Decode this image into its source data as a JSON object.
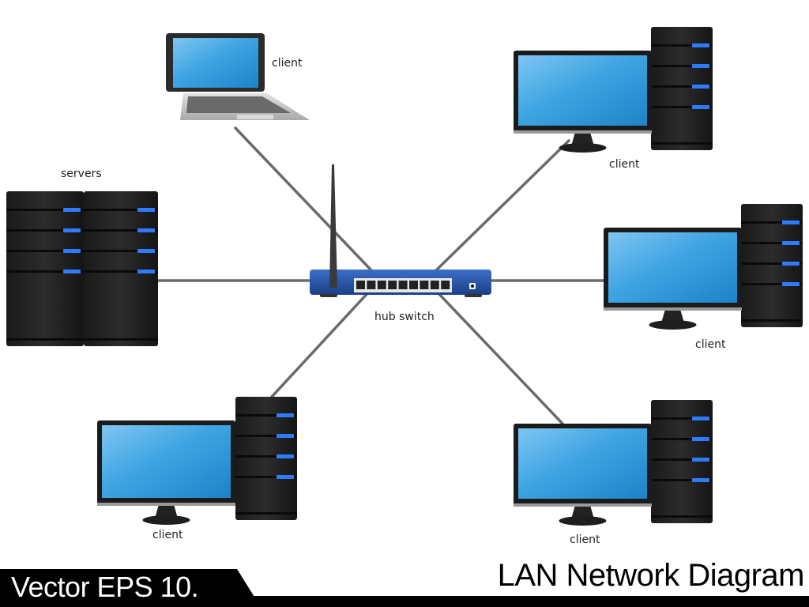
{
  "title": "LAN Network Diagram",
  "footer_tag": "Vector EPS 10.",
  "hub": {
    "label": "hub switch",
    "ports": 9
  },
  "nodes": [
    {
      "id": "laptop",
      "type": "laptop",
      "label": "client"
    },
    {
      "id": "servers",
      "type": "servers",
      "label": "servers"
    },
    {
      "id": "client-top-right",
      "type": "desktop",
      "label": "client"
    },
    {
      "id": "client-mid-right",
      "type": "desktop",
      "label": "client"
    },
    {
      "id": "client-bottom-left",
      "type": "desktop",
      "label": "client"
    },
    {
      "id": "client-bottom-right",
      "type": "desktop",
      "label": "client"
    }
  ],
  "colors": {
    "screen": "#3aa3e0",
    "hub": "#2453a6",
    "tower": "#222222",
    "led": "#2f7bff",
    "cable": "#6b6b6b"
  }
}
